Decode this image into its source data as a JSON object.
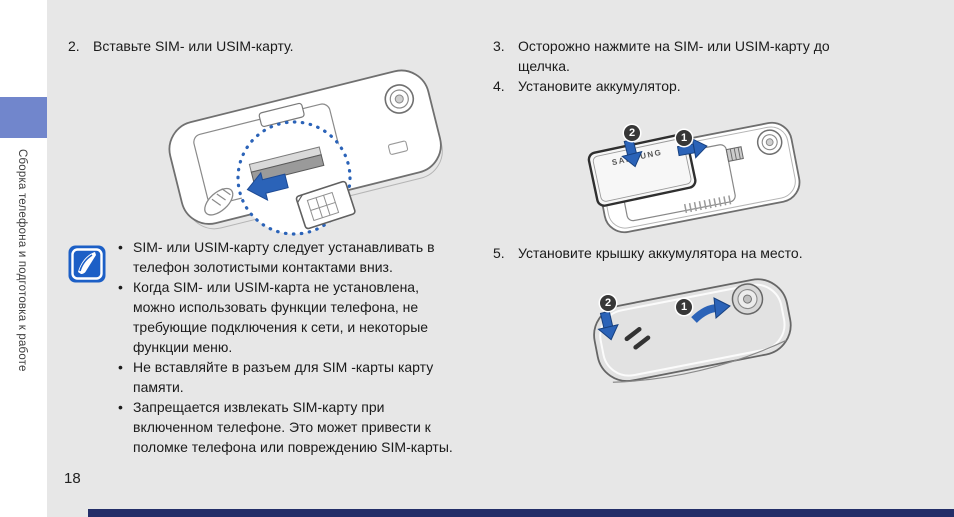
{
  "page": {
    "number": "18",
    "background_color": "#e7e7e7",
    "footer_bar_color": "#232e68"
  },
  "sidebar": {
    "label": "Сборка телефона и подготовка к работе",
    "accent_color": "#7186cc"
  },
  "steps": {
    "s2": {
      "num": "2.",
      "text": "Вставьте SIM- или USIM-карту."
    },
    "s3": {
      "num": "3.",
      "text": "Осторожно нажмите на SIM- или USIM-карту до щелчка."
    },
    "s4": {
      "num": "4.",
      "text": "Установите аккумулятор."
    },
    "s5": {
      "num": "5.",
      "text": "Установите крышку аккумулятора на место."
    }
  },
  "note": {
    "icon": "pencil-note-icon",
    "icon_color": "#1c5fc6",
    "bullets": [
      "SIM- или USIM-карту следует устанавливать в телефон золотистыми контактами вниз.",
      "Когда SIM- или USIM-карта не установлена, можно использовать функции телефона, не требующие подключения к сети, и некоторые функции меню.",
      "Не вставляйте в разъем для SIM -карты карту памяти.",
      "Запрещается извлекать SIM-карту при включенном телефоне. Это может привести к поломке телефона или повреждению SIM-карты."
    ]
  },
  "figures": {
    "arrow_color": "#2b63b8",
    "battery_brand": "SAMSUNG",
    "badge_one": "1",
    "badge_two": "2"
  }
}
